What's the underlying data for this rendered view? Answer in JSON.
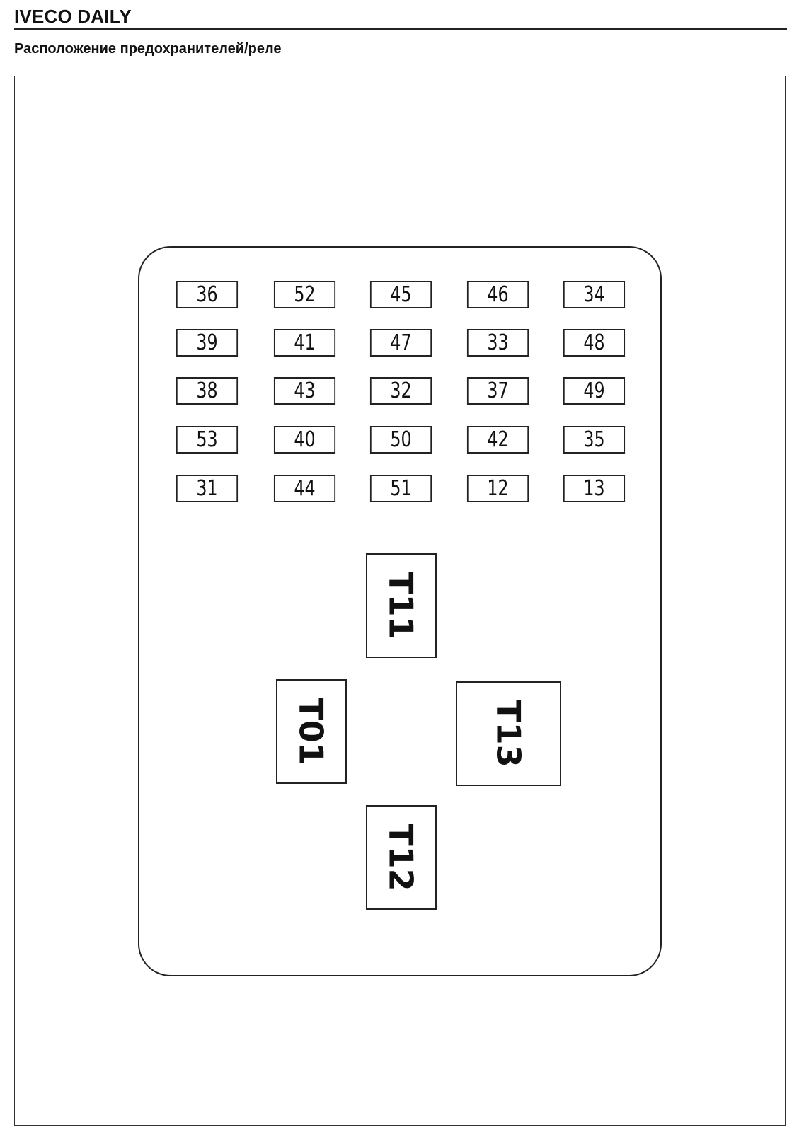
{
  "header": {
    "brand": "IVECO DAILY",
    "subtitle": "Расположение предохранителей/реле"
  },
  "fuse_rows": [
    [
      "36",
      "52",
      "45",
      "46",
      "34"
    ],
    [
      "39",
      "41",
      "47",
      "33",
      "48"
    ],
    [
      "38",
      "43",
      "32",
      "37",
      "49"
    ],
    [
      "53",
      "40",
      "50",
      "42",
      "35"
    ],
    [
      "31",
      "44",
      "51",
      "12",
      "13"
    ]
  ],
  "relays": {
    "t11": "T11",
    "t01": "T01",
    "t13": "T13",
    "t12": "T12"
  }
}
